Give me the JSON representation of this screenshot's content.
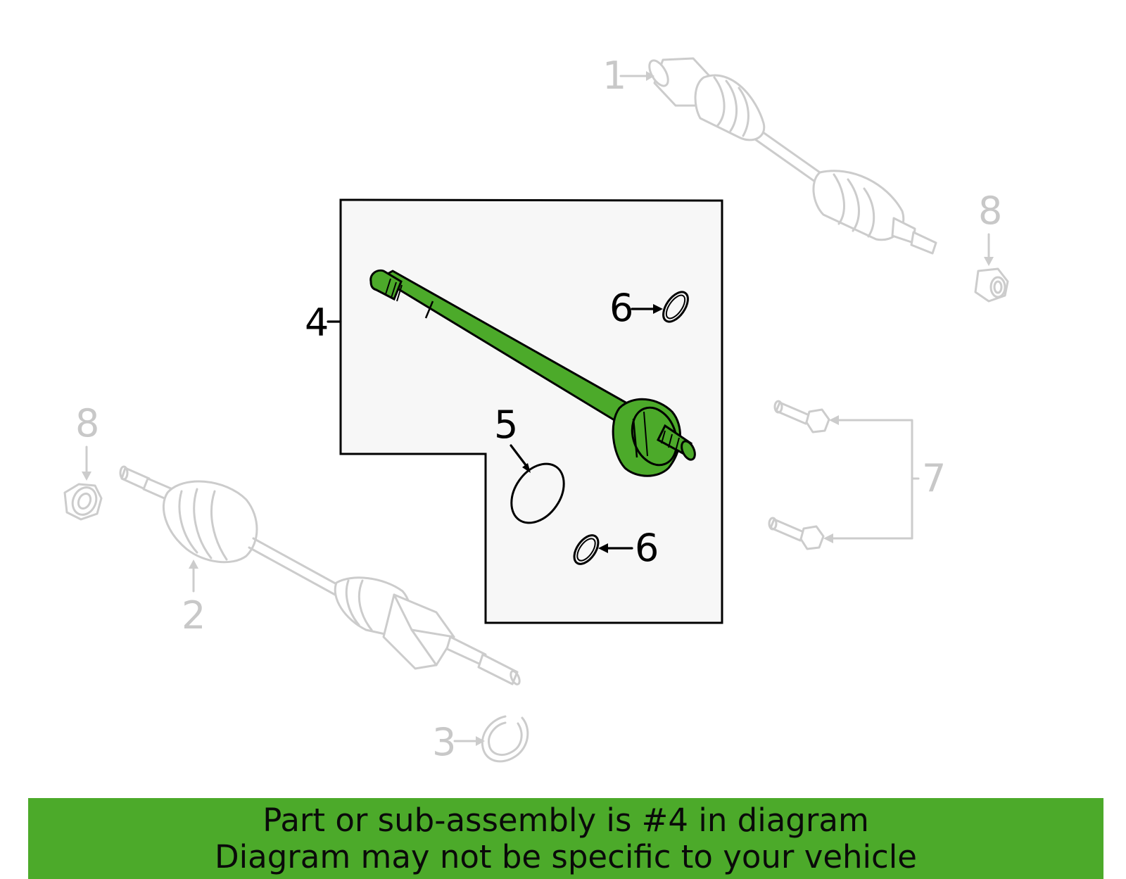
{
  "diagram": {
    "callouts": {
      "c1": "1",
      "c2": "2",
      "c3": "3",
      "c4": "4",
      "c5": "5",
      "c6a": "6",
      "c6b": "6",
      "c7": "7",
      "c8a": "8",
      "c8b": "8"
    },
    "colors": {
      "highlight": "#4caa2a",
      "faded": "#c8c8c8",
      "panel": "#f7f7f7"
    }
  },
  "banner": {
    "line1": "Part or sub-assembly is #4 in diagram",
    "line2": "Diagram may not be specific to your vehicle"
  }
}
